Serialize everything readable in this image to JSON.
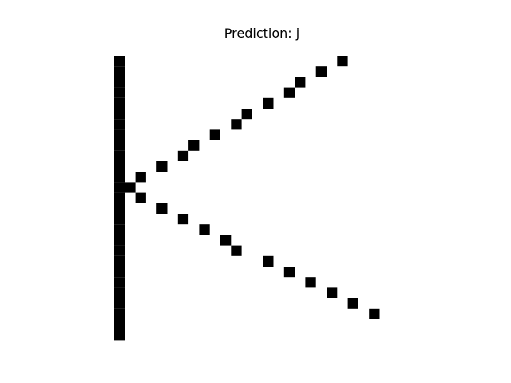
{
  "figure": {
    "title": "Prediction: j",
    "ink_color": "#000000",
    "background_color": "#ffffff"
  },
  "glyph": {
    "grid_size": [
      28,
      28
    ],
    "ink_cells": [
      [
        0,
        0
      ],
      [
        0,
        1
      ],
      [
        0,
        2
      ],
      [
        0,
        3
      ],
      [
        0,
        4
      ],
      [
        0,
        5
      ],
      [
        0,
        6
      ],
      [
        0,
        7
      ],
      [
        0,
        8
      ],
      [
        0,
        9
      ],
      [
        0,
        10
      ],
      [
        0,
        11
      ],
      [
        0,
        12
      ],
      [
        0,
        13
      ],
      [
        0,
        14
      ],
      [
        0,
        15
      ],
      [
        0,
        16
      ],
      [
        0,
        17
      ],
      [
        0,
        18
      ],
      [
        0,
        19
      ],
      [
        0,
        20
      ],
      [
        0,
        21
      ],
      [
        0,
        22
      ],
      [
        0,
        23
      ],
      [
        0,
        24
      ],
      [
        0,
        25
      ],
      [
        0,
        26
      ],
      [
        1,
        12
      ],
      [
        2,
        11
      ],
      [
        2,
        13
      ],
      [
        4,
        10
      ],
      [
        4,
        14
      ],
      [
        6,
        9
      ],
      [
        6,
        15
      ],
      [
        7,
        8
      ],
      [
        8,
        16
      ],
      [
        9,
        7
      ],
      [
        10,
        17
      ],
      [
        11,
        6
      ],
      [
        11,
        18
      ],
      [
        12,
        5
      ],
      [
        14,
        4
      ],
      [
        14,
        19
      ],
      [
        16,
        3
      ],
      [
        16,
        20
      ],
      [
        17,
        2
      ],
      [
        18,
        21
      ],
      [
        19,
        1
      ],
      [
        20,
        22
      ],
      [
        21,
        0
      ],
      [
        22,
        23
      ],
      [
        24,
        24
      ]
    ]
  }
}
